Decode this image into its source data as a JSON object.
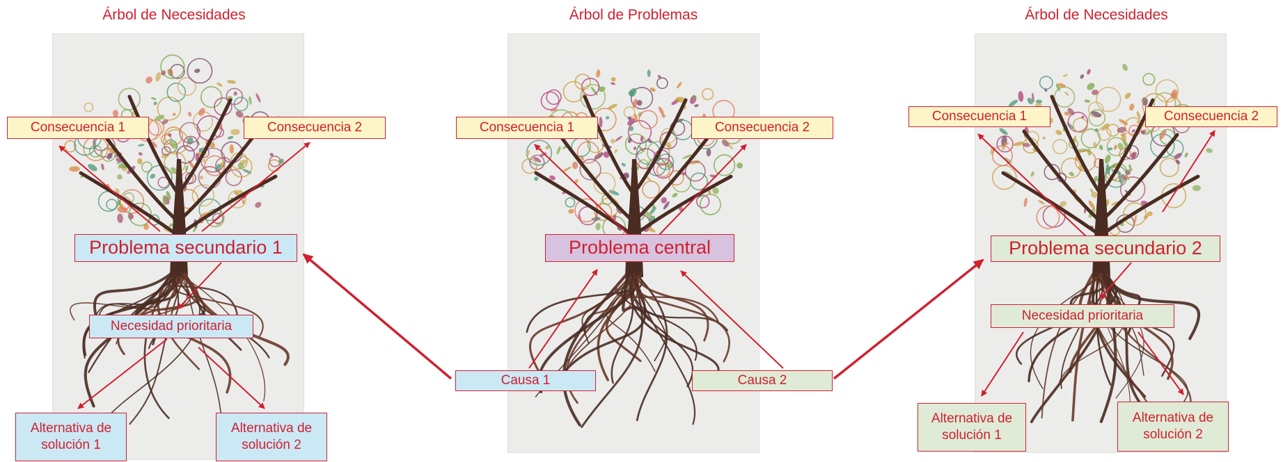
{
  "trees": [
    {
      "title": "Árbol de Necesidades",
      "consequence_1": "Consecuencia 1",
      "consequence_2": "Consecuencia 2",
      "problem": "Problema secundario 1",
      "need": "Necesidad prioritaria",
      "alternative_1": "Alternativa de solución 1",
      "alternative_2": "Alternativa de solución 2"
    },
    {
      "title": "Árbol de Problemas",
      "consequence_1": "Consecuencia 1",
      "consequence_2": "Consecuencia 2",
      "problem": "Problema central",
      "cause_1": "Causa 1",
      "cause_2": "Causa 2"
    },
    {
      "title": "Árbol de Necesidades",
      "consequence_1": "Consecuencia 1",
      "consequence_2": "Consecuencia 2",
      "problem": "Problema secundario 2",
      "need": "Necesidad prioritaria",
      "alternative_1": "Alternativa de solución 1",
      "alternative_2": "Alternativa de solución 2"
    }
  ],
  "colors": {
    "accent_red": "#d0202e",
    "box_cream": "#fdf5c8",
    "box_blue": "#cbe8f5",
    "box_green": "#dfebd6",
    "box_violet": "#d7c3df",
    "panel_gray": "#ececeb"
  }
}
